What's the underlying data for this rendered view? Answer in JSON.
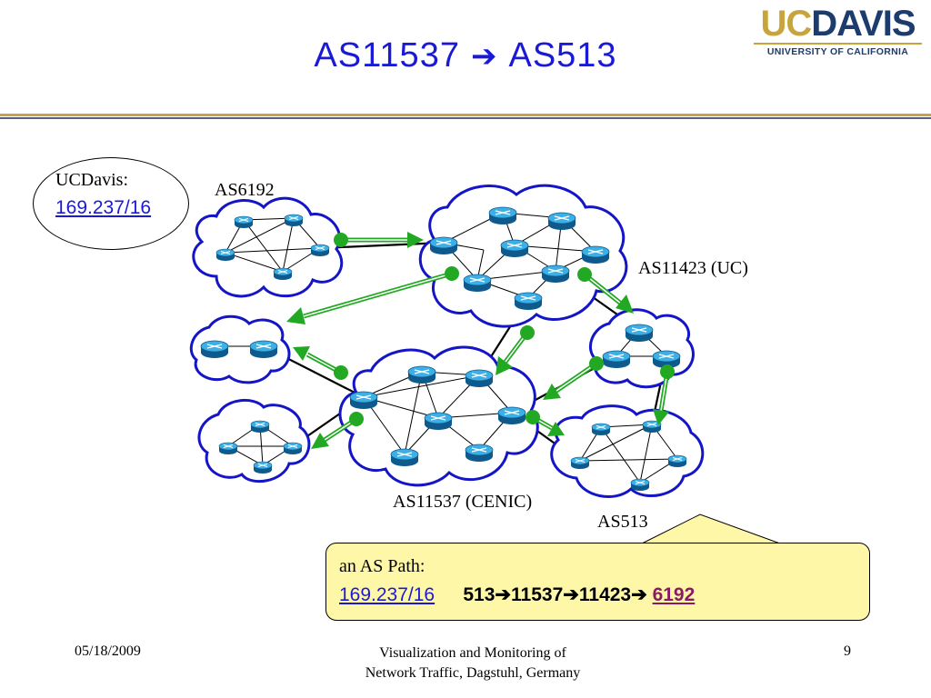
{
  "title": {
    "left": "AS11537",
    "right": "AS513"
  },
  "logo": {
    "uc": "UC",
    "davis": "DAVIS",
    "sub": "UNIVERSITY OF CALIFORNIA"
  },
  "labels": {
    "ucdavis": "UCDavis:",
    "prefix": "169.237/16",
    "as6192": "AS6192",
    "as11423": "AS11423 (UC)",
    "as11537": "AS11537 (CENIC)",
    "as513": "AS513"
  },
  "callout": {
    "heading": "an AS Path:",
    "prefix": "169.237/16",
    "path_a": "513",
    "path_b": "11537",
    "path_c": "11423",
    "path_last": "6192"
  },
  "footer": {
    "date": "05/18/2009",
    "line1": "Visualization and Monitoring of",
    "line2": "Network Traffic, Dagstuhl, Germany",
    "page": "9"
  },
  "colors": {
    "title": "#1a1ad6",
    "cloud_border": "#1515c8",
    "router": "#1a9ad8",
    "arrow": "#22a822",
    "callout_bg": "#fff7a8"
  }
}
